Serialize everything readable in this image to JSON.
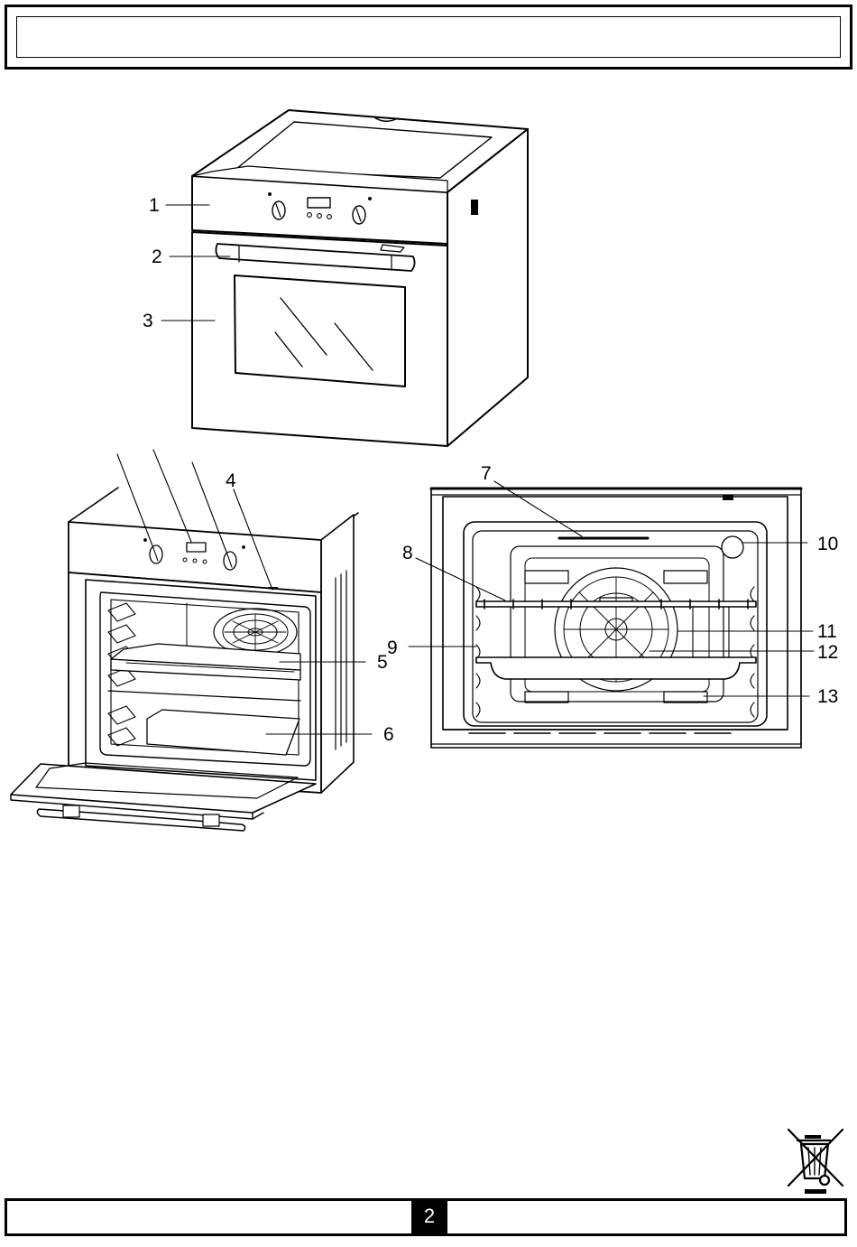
{
  "header": {
    "title": ""
  },
  "callouts": {
    "c1": "1",
    "c2": "2",
    "c3": "3",
    "c4": "4",
    "c5": "5",
    "c6": "6",
    "c7": "7",
    "c8": "8",
    "c9": "9",
    "c10": "10",
    "c11": "11",
    "c12": "12",
    "c13": "13"
  },
  "footer": {
    "page_number": "2"
  },
  "icons": {
    "disposal": "crossed-out-wheelie-bin-icon"
  }
}
